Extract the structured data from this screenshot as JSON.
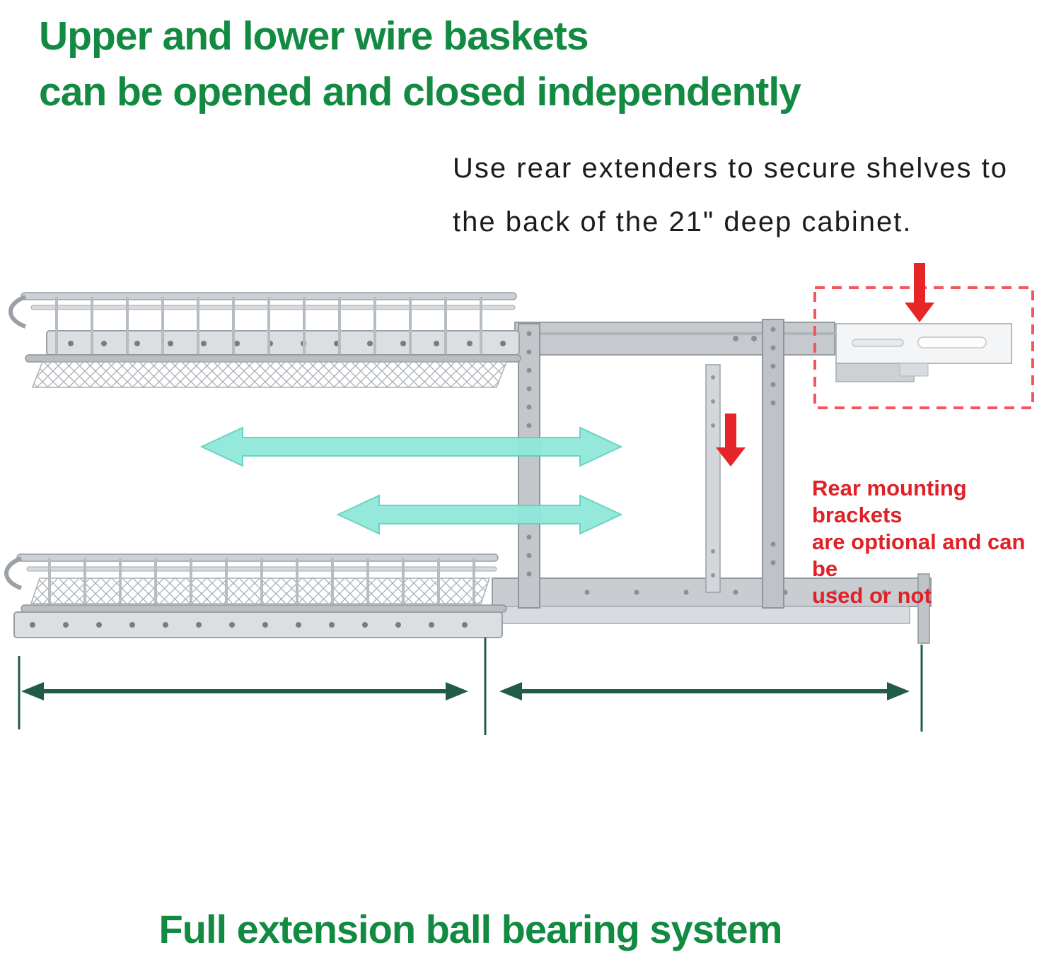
{
  "heading": {
    "line1": "Upper and lower wire baskets",
    "line2": "can be opened and closed independently"
  },
  "note": {
    "line1": "Use rear extenders to secure shelves to",
    "line2": "the back of the 21\" deep cabinet."
  },
  "rear_note": {
    "line1": "Rear mounting brackets",
    "line2": "are optional and can be",
    "line3": "used or not"
  },
  "caption": "Full extension ball bearing system",
  "colors": {
    "heading_green": "#128a42",
    "dimension_green": "#215c4b",
    "slide_arrow_teal": "#90e8da",
    "alert_red": "#e52528",
    "metal_gray": "#c3c7cc"
  },
  "icons": [
    "slide-direction-arrow",
    "down-arrow",
    "dimension-arrow",
    "dashed-highlight-box"
  ]
}
